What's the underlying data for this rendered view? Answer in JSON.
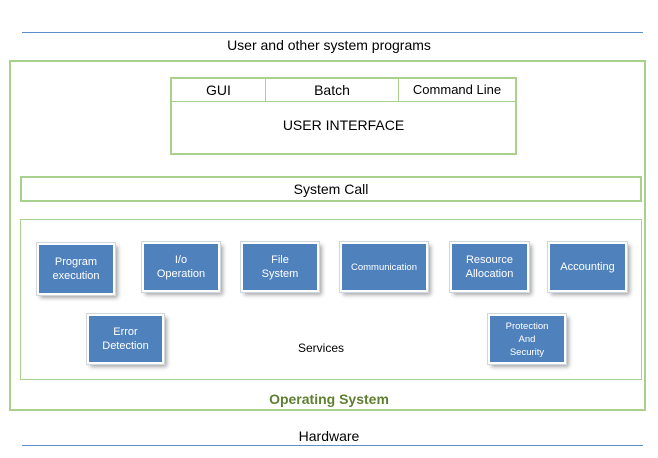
{
  "top_label": "User and other system programs",
  "user_interface": {
    "tabs": [
      "GUI",
      "Batch",
      "Command Line"
    ],
    "title": "USER INTERFACE"
  },
  "system_call": "System Call",
  "services": {
    "items": [
      "Program\nexecution",
      "I/o\nOperation",
      "File\nSystem",
      "Communication",
      "Resource\nAllocation",
      "Accounting",
      "Error\nDetection",
      "Protection\nAnd\nSecurity"
    ],
    "label": "Services"
  },
  "operating_system_label": "Operating System",
  "bottom_label": "Hardware",
  "colors": {
    "box_fill": "#4f81bd",
    "green_border": "#a9d18e",
    "blue_line": "#5b8fc7",
    "os_text": "#5f7f30"
  }
}
